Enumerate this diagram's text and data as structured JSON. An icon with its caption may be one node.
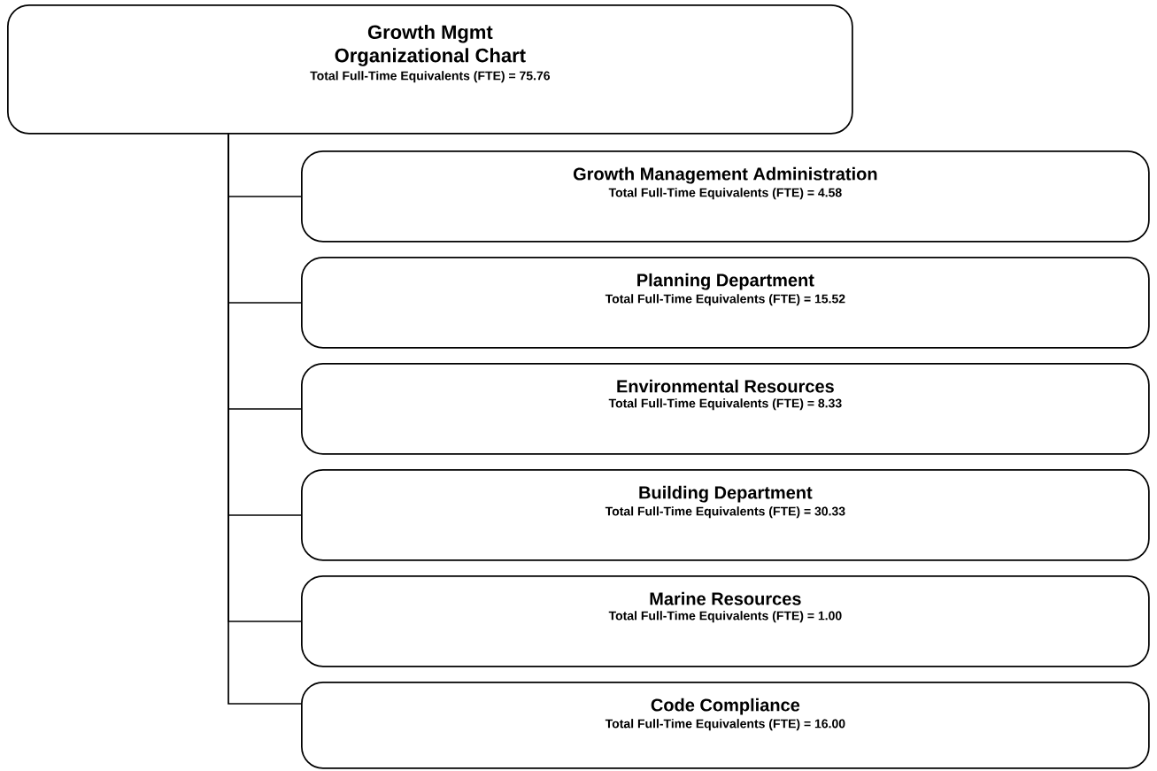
{
  "diagram": {
    "nodes": [
      {
        "text": [
          "Growth Mgmt Organizational Chart",
          "Total Full-Time Equivalents (FTE) =  75.76"
        ]
      },
      {
        "text": [
          "Growth Management Administration",
          "Total Full-Time Equivalents (FTE) =  4.58"
        ]
      },
      {
        "text": [
          "Planning Department",
          "Total Full-Time Equivalents (FTE) =  15.52"
        ]
      },
      {
        "text": [
          "Environmental Resources",
          "Total Full-Time Equivalents (FTE) =  8.33"
        ]
      },
      {
        "text": [
          "Building Department",
          "Total Full-Time Equivalents (FTE) =  30.33"
        ]
      },
      {
        "text": [
          "Marine Resources",
          "Total Full-Time Equivalents (FTE) =  1.00"
        ]
      },
      {
        "text": [
          "Code Compliance",
          "Total Full-Time Equivalents (FTE) =  16.00"
        ]
      }
    ],
    "edges": [
      {
        "from": 0,
        "to": 1,
        "arrow": "none"
      },
      {
        "from": 0,
        "to": 2,
        "arrow": "none"
      },
      {
        "from": 0,
        "to": 3,
        "arrow": "none"
      },
      {
        "from": 0,
        "to": 4,
        "arrow": "none"
      },
      {
        "from": 0,
        "to": 5,
        "arrow": "none"
      },
      {
        "from": 0,
        "to": 6,
        "arrow": "none"
      }
    ]
  }
}
